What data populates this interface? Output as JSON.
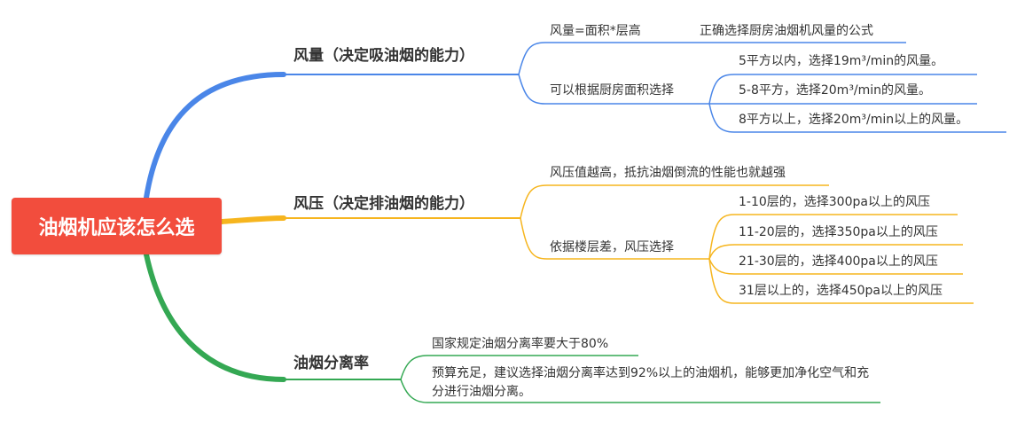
{
  "root": {
    "label": "油烟机应该怎么选"
  },
  "branches": [
    {
      "label": "风量（决定吸油烟的能力）",
      "color": "#4a86e8",
      "items": [
        {
          "label": "风量=面积*层高",
          "note": "正确选择厨房油烟机风量的公式"
        },
        {
          "label": "可以根据厨房面积选择",
          "children": [
            "5平方以内，选择19m³/min的风量。",
            "5-8平方，选择20m³/min的风量。",
            "8平方以上，选择20m³/min以上的风量。"
          ]
        }
      ]
    },
    {
      "label": "风压（决定排油烟的能力）",
      "color": "#f6b51e",
      "items": [
        {
          "label": "风压值越高，抵抗油烟倒流的性能也就越强"
        },
        {
          "label": "依据楼层差，风压选择",
          "children": [
            "1-10层的，选择300pa以上的风压",
            "11-20层的，选择350pa以上的风压",
            "21-30层的，选择400pa以上的风压",
            "31层以上的，选择450pa以上的风压"
          ]
        }
      ]
    },
    {
      "label": "油烟分离率",
      "color": "#34a853",
      "items": [
        {
          "label": "国家规定油烟分离率要大于80%"
        },
        {
          "label": "预算充足，建议选择油烟分离率达到92%以上的油烟机，能够更加净化空气和充分进行油烟分离。"
        }
      ]
    }
  ]
}
